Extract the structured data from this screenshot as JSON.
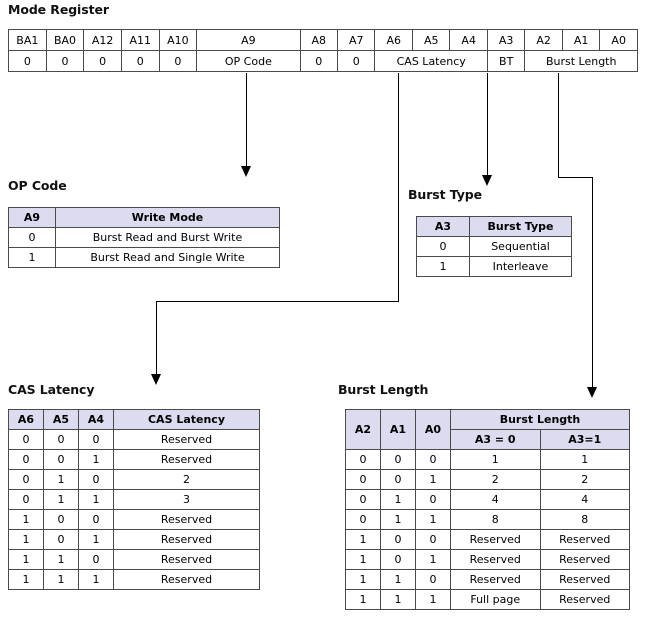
{
  "sections": {
    "mode_register": {
      "title": "Mode Register"
    },
    "op_code": {
      "title": "OP Code"
    },
    "burst_type": {
      "title": "Burst Type"
    },
    "cas_latency": {
      "title": "CAS Latency"
    },
    "burst_length": {
      "title": "Burst Length"
    }
  },
  "mode_register": {
    "bit_names": [
      "BA1",
      "BA0",
      "A12",
      "A11",
      "A10",
      "A9",
      "A8",
      "A7",
      "A6",
      "A5",
      "A4",
      "A3",
      "A2",
      "A1",
      "A0"
    ],
    "values": [
      {
        "text": "0",
        "span": 1
      },
      {
        "text": "0",
        "span": 1
      },
      {
        "text": "0",
        "span": 1
      },
      {
        "text": "0",
        "span": 1
      },
      {
        "text": "0",
        "span": 1
      },
      {
        "text": "OP Code",
        "span": 1
      },
      {
        "text": "0",
        "span": 1
      },
      {
        "text": "0",
        "span": 1
      },
      {
        "text": "CAS Latency",
        "span": 3
      },
      {
        "text": "BT",
        "span": 1
      },
      {
        "text": "Burst Length",
        "span": 3
      }
    ]
  },
  "op_code_table": {
    "headers": [
      "A9",
      "Write Mode"
    ],
    "rows": [
      [
        "0",
        "Burst Read and Burst Write"
      ],
      [
        "1",
        "Burst Read and Single Write"
      ]
    ]
  },
  "burst_type_table": {
    "headers": [
      "A3",
      "Burst Type"
    ],
    "rows": [
      [
        "0",
        "Sequential"
      ],
      [
        "1",
        "Interleave"
      ]
    ]
  },
  "cas_latency_table": {
    "headers": [
      "A6",
      "A5",
      "A4",
      "CAS Latency"
    ],
    "rows": [
      [
        "0",
        "0",
        "0",
        "Reserved"
      ],
      [
        "0",
        "0",
        "1",
        "Reserved"
      ],
      [
        "0",
        "1",
        "0",
        "2"
      ],
      [
        "0",
        "1",
        "1",
        "3"
      ],
      [
        "1",
        "0",
        "0",
        "Reserved"
      ],
      [
        "1",
        "0",
        "1",
        "Reserved"
      ],
      [
        "1",
        "1",
        "0",
        "Reserved"
      ],
      [
        "1",
        "1",
        "1",
        "Reserved"
      ]
    ]
  },
  "burst_length_table": {
    "headers_bits": [
      "A2",
      "A1",
      "A0"
    ],
    "header_group": "Burst Length",
    "headers_sub": [
      "A3 = 0",
      "A3=1"
    ],
    "rows": [
      [
        "0",
        "0",
        "0",
        "1",
        "1"
      ],
      [
        "0",
        "0",
        "1",
        "2",
        "2"
      ],
      [
        "0",
        "1",
        "0",
        "4",
        "4"
      ],
      [
        "0",
        "1",
        "1",
        "8",
        "8"
      ],
      [
        "1",
        "0",
        "0",
        "Reserved",
        "Reserved"
      ],
      [
        "1",
        "0",
        "1",
        "Reserved",
        "Reserved"
      ],
      [
        "1",
        "1",
        "0",
        "Reserved",
        "Reserved"
      ],
      [
        "1",
        "1",
        "1",
        "Full page",
        "Reserved"
      ]
    ]
  },
  "colors": {
    "header_fill": "#dcdcf0",
    "border": "#4a4a4a",
    "connector": "#000000"
  }
}
